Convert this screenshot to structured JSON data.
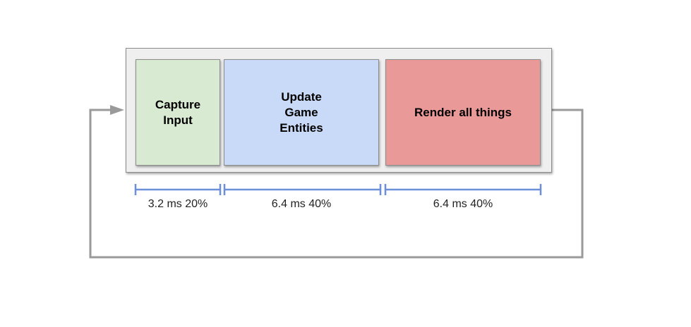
{
  "blocks": [
    {
      "label": "Capture\nInput",
      "color": "#d9ead3"
    },
    {
      "label": "Update\nGame\nEntities",
      "color": "#c9daf8"
    },
    {
      "label": "Render all things",
      "color": "#ea9999"
    }
  ],
  "timings": [
    {
      "text": "3.2 ms 20%"
    },
    {
      "text": "6.4 ms 40%"
    },
    {
      "text": "6.4 ms 40%"
    }
  ],
  "colors": {
    "loop_line": "#9a9a9a",
    "timeline": "#6d8fd8",
    "frame_background": "#efefef"
  }
}
